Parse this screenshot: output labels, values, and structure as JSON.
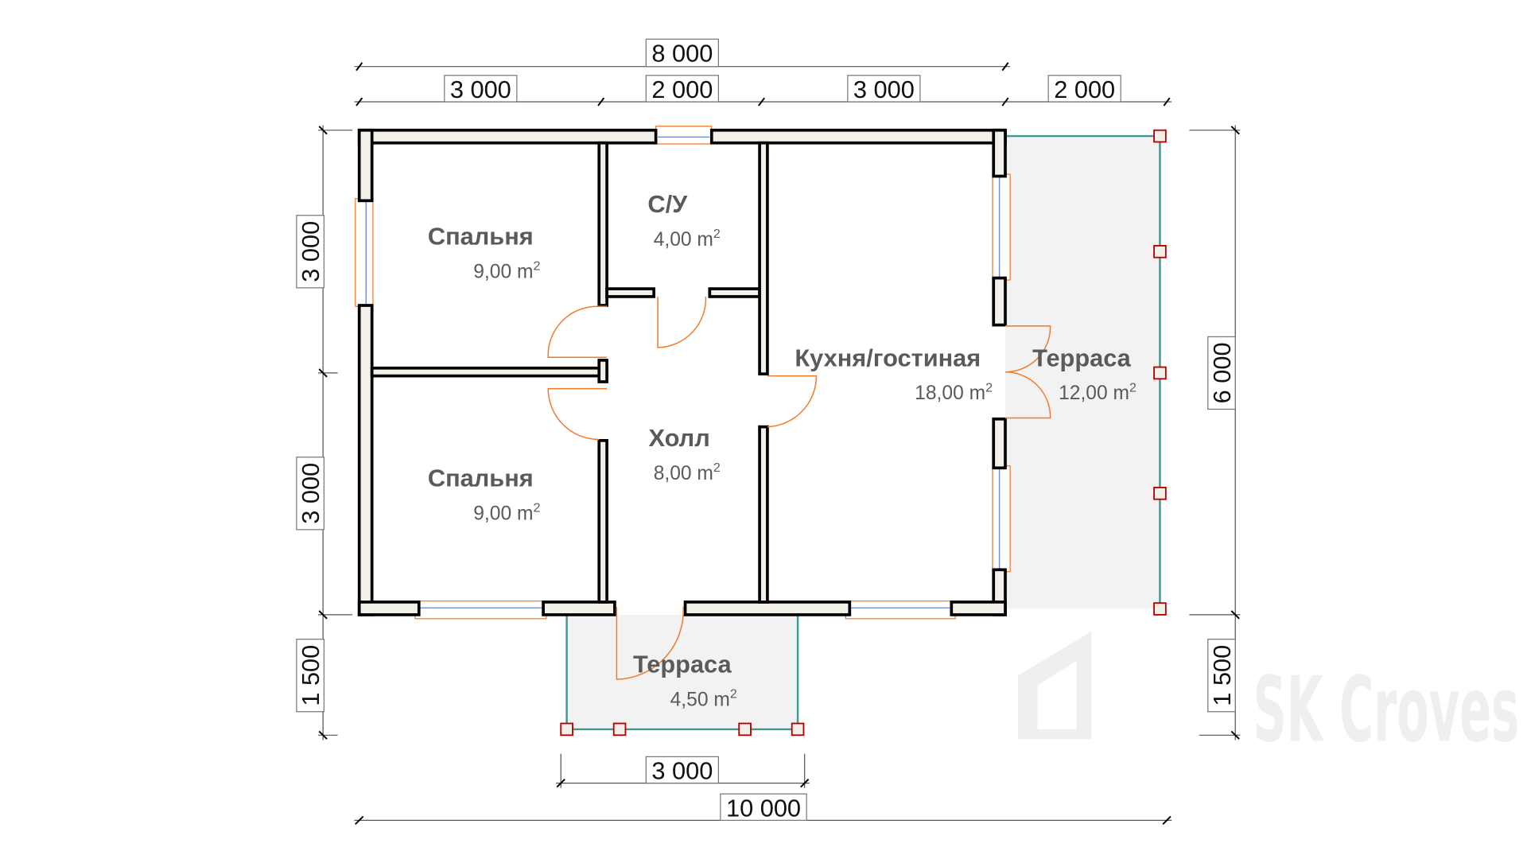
{
  "plan": {
    "dimensions": {
      "top_total": "8 000",
      "top_segments": [
        "3 000",
        "2 000",
        "3 000",
        "2 000"
      ],
      "left_segments": [
        "3 000",
        "3 000",
        "1 500"
      ],
      "right_total": "6 000",
      "right_terrace": "1 500",
      "bottom_terrace": "3 000",
      "bottom_total": "10 000"
    },
    "rooms": [
      {
        "name": "Спальня",
        "area": "9,00 m",
        "unit_sup": "2"
      },
      {
        "name": "С/У",
        "area": "4,00 m",
        "unit_sup": "2"
      },
      {
        "name": "Кухня/гостиная",
        "area": "18,00 m",
        "unit_sup": "2"
      },
      {
        "name": "Терраса",
        "area": "12,00 m",
        "unit_sup": "2"
      },
      {
        "name": "Холл",
        "area": "8,00 m",
        "unit_sup": "2"
      },
      {
        "name": "Спальня",
        "area": "9,00 m",
        "unit_sup": "2"
      },
      {
        "name": "Терраса",
        "area": "4,50 m",
        "unit_sup": "2"
      }
    ],
    "watermark": "SK Croves",
    "colors": {
      "wall_fill": "#f3f0ea",
      "terrace_fill": "#f2f2f2",
      "door": "#f07a2a",
      "post": "#bb0000",
      "rail": "#3a9a9a"
    }
  }
}
